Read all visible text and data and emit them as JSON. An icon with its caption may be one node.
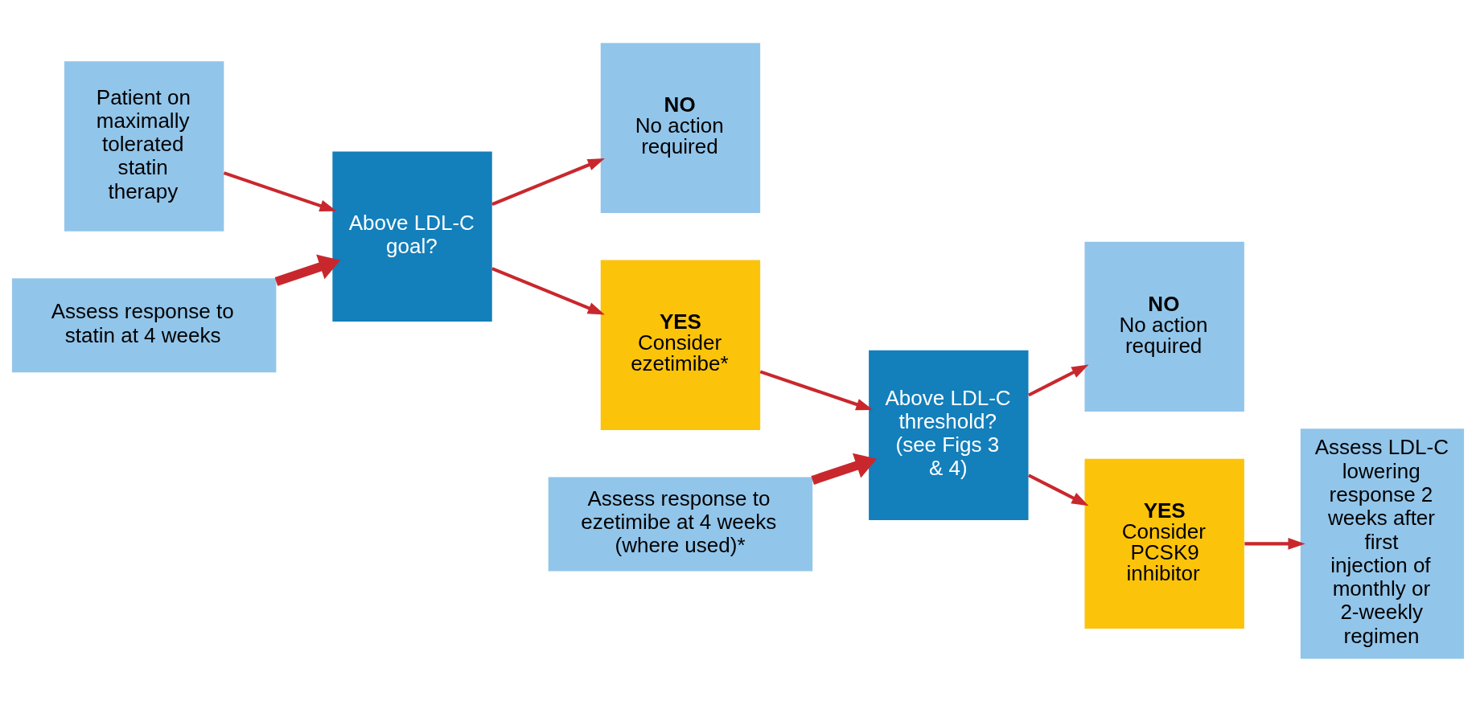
{
  "diagram": {
    "nodes": [
      {
        "text": [
          "Patient on maximally tolerated statin therapy"
        ]
      },
      {
        "text": [
          "Above LDL-C goal?"
        ]
      },
      {
        "text": [
          "Assess response to statin at 4 weeks"
        ]
      },
      {
        "text": [
          "NO",
          "No action required"
        ]
      },
      {
        "text": [
          "YES",
          "Consider ezetimibe*"
        ]
      },
      {
        "text": [
          "Above LDL-C threshold? (see Figs 3 & 4)"
        ]
      },
      {
        "text": [
          "Assess response to ezetimibe at 4 weeks (where used)*"
        ]
      },
      {
        "text": [
          "NO",
          "No action required"
        ]
      },
      {
        "text": [
          "YES",
          "Consider PCSK9 inhibitor"
        ]
      },
      {
        "text": [
          "Assess LDL-C lowering response 2 weeks after first injection of monthly or 2-weekly regimen"
        ]
      }
    ],
    "edges": [
      {
        "from": 0,
        "to": 1,
        "arrow": "to"
      },
      {
        "from": 2,
        "to": 1,
        "arrow": "to",
        "style": "thick"
      },
      {
        "from": 1,
        "to": 3,
        "arrow": "to"
      },
      {
        "from": 1,
        "to": 4,
        "arrow": "to"
      },
      {
        "from": 4,
        "to": 5,
        "arrow": "to"
      },
      {
        "from": 6,
        "to": 5,
        "arrow": "to",
        "style": "thick"
      },
      {
        "from": 5,
        "to": 7,
        "arrow": "to"
      },
      {
        "from": 5,
        "to": 8,
        "arrow": "to"
      },
      {
        "from": 8,
        "to": 9,
        "arrow": "to"
      }
    ]
  }
}
